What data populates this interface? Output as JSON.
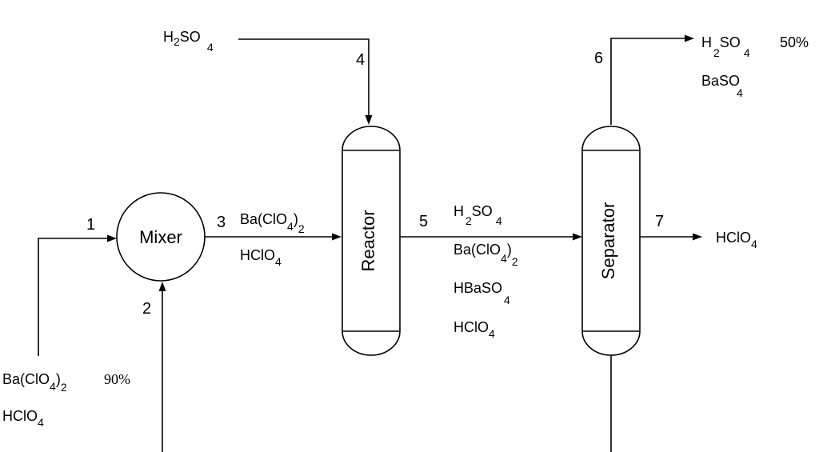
{
  "units": {
    "mixer": {
      "label": "Mixer"
    },
    "reactor": {
      "label": "Reactor"
    },
    "separator": {
      "label": "Separator"
    }
  },
  "streams": {
    "s1": {
      "number": "1"
    },
    "s2": {
      "number": "2"
    },
    "s3": {
      "number": "3"
    },
    "s4": {
      "number": "4"
    },
    "s5": {
      "number": "5"
    },
    "s6": {
      "number": "6"
    },
    "s7": {
      "number": "7"
    }
  },
  "feed": {
    "ba_clo4_2": {
      "base": "Ba(ClO",
      "sub1": "4",
      "close": ")",
      "sub2": "2"
    },
    "ba_pct": "90%",
    "hclo4": {
      "base": "HClO",
      "sub": "4"
    }
  },
  "s4_label": {
    "h": "H",
    "sub1": "2",
    "mid": "SO",
    "sub2": "4"
  },
  "s3_labels": {
    "ba_clo4_2": {
      "base": "Ba(ClO",
      "sub1": "4",
      "close": ")",
      "sub2": "2"
    },
    "hclo4": {
      "base": "HClO",
      "sub": "4"
    }
  },
  "s5_labels": {
    "h2so4": {
      "h": "H",
      "sub1": "2",
      "mid": "SO",
      "sub2": "4"
    },
    "ba_clo4_2": {
      "base": "Ba(ClO",
      "sub1": "4",
      "close": ")",
      "sub2": "2"
    },
    "hbaso4": {
      "base": "HBaSO",
      "sub": "4"
    },
    "hclo4": {
      "base": "HClO",
      "sub": "4"
    }
  },
  "s6_labels": {
    "h2so4": {
      "h": "H",
      "sub1": "2",
      "mid": "SO",
      "sub2": "4"
    },
    "pct": "50%",
    "baso4": {
      "base": "BaSO",
      "sub": "4"
    }
  },
  "s7_label": {
    "base": "HClO",
    "sub": "4"
  }
}
